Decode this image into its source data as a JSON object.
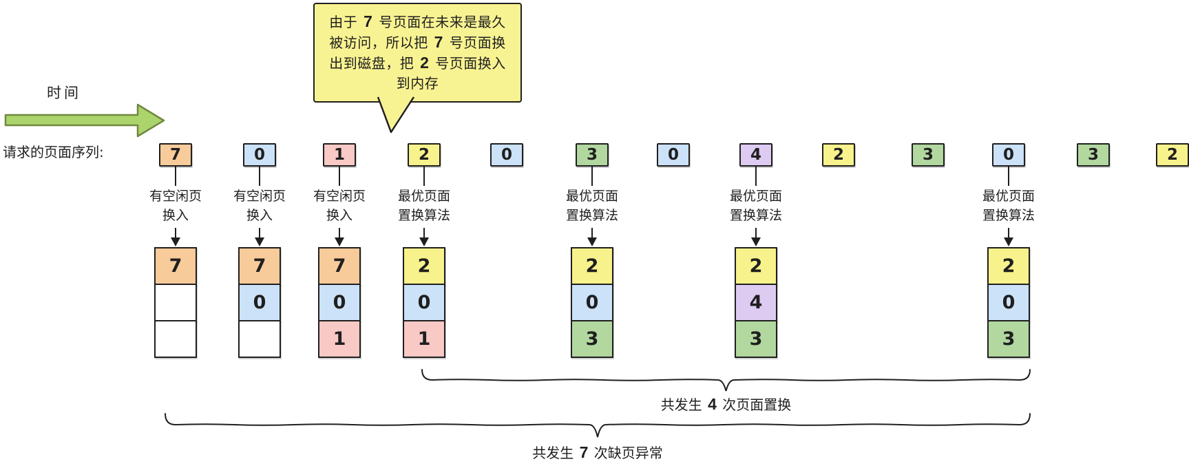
{
  "palette": {
    "orange": "#F8CB9A",
    "blue": "#CCE2F8",
    "pink": "#F9C9C5",
    "yellow": "#F7F28B",
    "green": "#B2D8A0",
    "purple": "#DECBF2",
    "white": "#FFFFFF",
    "ink": "#1F1F1F"
  },
  "callout": {
    "fill": "#F8F392",
    "lines": [
      [
        {
          "t": "由于 "
        },
        {
          "t": "7",
          "num": true
        },
        {
          "t": " 号页面在未来是最久"
        }
      ],
      [
        {
          "t": "被访问，所以把 "
        },
        {
          "t": "7",
          "num": true
        },
        {
          "t": " 号页面换"
        }
      ],
      [
        {
          "t": "出到磁盘，把 "
        },
        {
          "t": "2",
          "num": true
        },
        {
          "t": " 号页面换入"
        }
      ],
      [
        {
          "t": "到内存"
        }
      ]
    ]
  },
  "timeline": {
    "label": "时间",
    "arrow_fill": "#ABD56C",
    "arrow_stroke": "#71883F"
  },
  "sequence": {
    "label": "请求的页面序列:",
    "pages": [
      {
        "value": "7",
        "color": "orange"
      },
      {
        "value": "0",
        "color": "blue"
      },
      {
        "value": "1",
        "color": "pink"
      },
      {
        "value": "2",
        "color": "yellow"
      },
      {
        "value": "0",
        "color": "blue"
      },
      {
        "value": "3",
        "color": "green"
      },
      {
        "value": "0",
        "color": "blue"
      },
      {
        "value": "4",
        "color": "purple"
      },
      {
        "value": "2",
        "color": "yellow"
      },
      {
        "value": "3",
        "color": "green"
      },
      {
        "value": "0",
        "color": "blue"
      },
      {
        "value": "3",
        "color": "green"
      },
      {
        "value": "2",
        "color": "yellow"
      }
    ]
  },
  "columns": [
    {
      "seq_index": 0,
      "label_lines": [
        "有空闲页",
        "换入"
      ],
      "frames": [
        {
          "value": "7",
          "color": "orange"
        },
        {
          "value": "",
          "color": "white"
        },
        {
          "value": "",
          "color": "white"
        }
      ]
    },
    {
      "seq_index": 1,
      "label_lines": [
        "有空闲页",
        "换入"
      ],
      "frames": [
        {
          "value": "7",
          "color": "orange"
        },
        {
          "value": "0",
          "color": "blue"
        },
        {
          "value": "",
          "color": "white"
        }
      ]
    },
    {
      "seq_index": 2,
      "label_lines": [
        "有空闲页",
        "换入"
      ],
      "frames": [
        {
          "value": "7",
          "color": "orange"
        },
        {
          "value": "0",
          "color": "blue"
        },
        {
          "value": "1",
          "color": "pink"
        }
      ]
    },
    {
      "seq_index": 3,
      "label_lines": [
        "最优页面",
        "置换算法"
      ],
      "frames": [
        {
          "value": "2",
          "color": "yellow"
        },
        {
          "value": "0",
          "color": "blue"
        },
        {
          "value": "1",
          "color": "pink"
        }
      ]
    },
    {
      "seq_index": 5,
      "label_lines": [
        "最优页面",
        "置换算法"
      ],
      "frames": [
        {
          "value": "2",
          "color": "yellow"
        },
        {
          "value": "0",
          "color": "blue"
        },
        {
          "value": "3",
          "color": "green"
        }
      ]
    },
    {
      "seq_index": 7,
      "label_lines": [
        "最优页面",
        "置换算法"
      ],
      "frames": [
        {
          "value": "2",
          "color": "yellow"
        },
        {
          "value": "4",
          "color": "purple"
        },
        {
          "value": "3",
          "color": "green"
        }
      ]
    },
    {
      "seq_index": 10,
      "label_lines": [
        "最优页面",
        "置换算法"
      ],
      "frames": [
        {
          "value": "2",
          "color": "yellow"
        },
        {
          "value": "0",
          "color": "blue"
        },
        {
          "value": "3",
          "color": "green"
        }
      ]
    }
  ],
  "braces": [
    {
      "segments": [
        {
          "t": "共发生 "
        },
        {
          "t": "4",
          "num": true
        },
        {
          "t": " 次页面置换"
        }
      ]
    },
    {
      "segments": [
        {
          "t": "共发生 "
        },
        {
          "t": "7",
          "num": true
        },
        {
          "t": " 次缺页异常"
        }
      ]
    }
  ]
}
